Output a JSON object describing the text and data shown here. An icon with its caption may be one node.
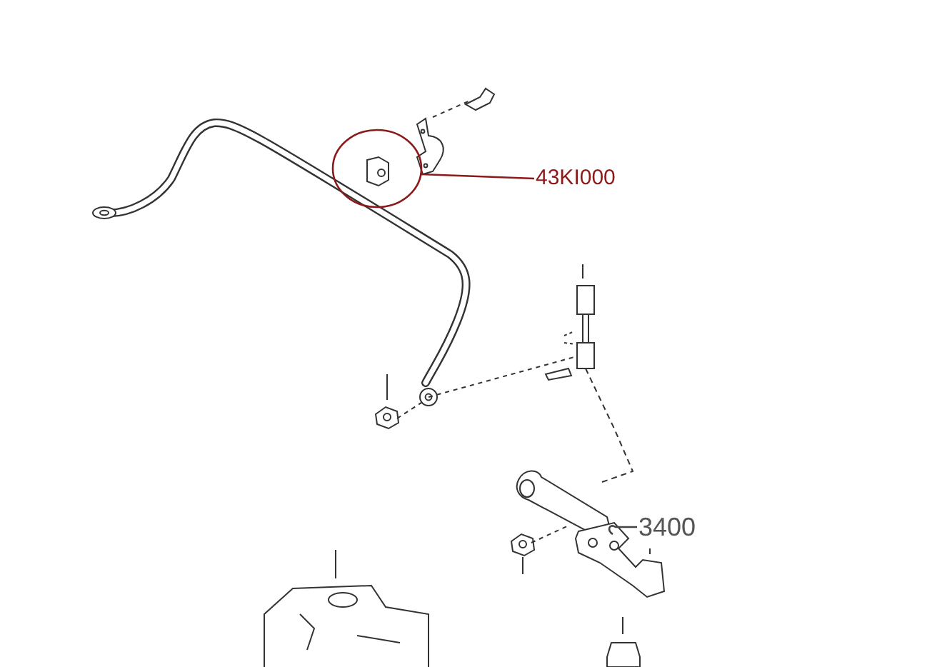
{
  "diagram": {
    "nodes": [
      {
        "text": [
          "43KI000"
        ]
      },
      {
        "text": [],
        "shape": "circle"
      },
      {
        "text": [
          "3400"
        ]
      },
      {
        "text": [],
        "shape": "picture"
      }
    ],
    "edges": [
      {
        "from": 0,
        "to": 1,
        "arrow": "none",
        "color": "#8b1a1a"
      },
      {
        "from": 2,
        "to": 3,
        "arrow": "none"
      }
    ]
  }
}
